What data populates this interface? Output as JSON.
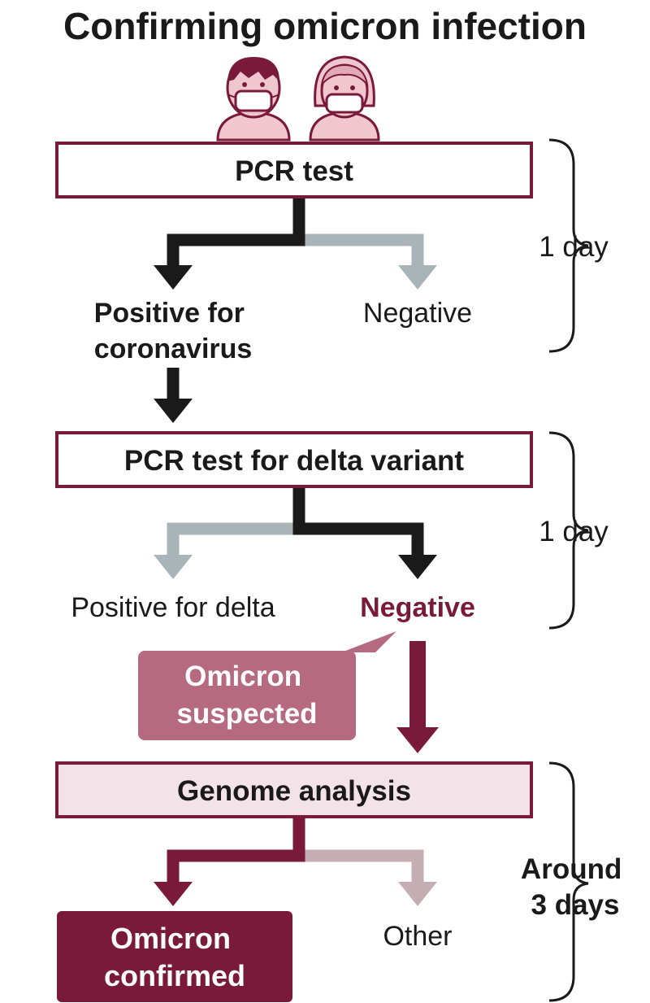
{
  "title": "Confirming omicron infection",
  "colors": {
    "maroon": "#7a1a3a",
    "maroon_light": "#f3e3e8",
    "maroon_mid": "#b56a80",
    "black": "#1a1a1a",
    "grey": "#a9b4b8",
    "grey_mauve": "#c4aeb3",
    "skin": "#f0c7cf"
  },
  "icons": [
    "man-with-mask-icon",
    "woman-with-mask-icon"
  ],
  "stages": [
    {
      "box_label": "PCR test",
      "left_branch": "Positive for coronavirus",
      "left_branch_lines": [
        "Positive for",
        "coronavirus"
      ],
      "right_branch": "Negative",
      "duration": "1 day"
    },
    {
      "box_label": "PCR test for delta variant",
      "left_branch": "Positive for delta",
      "right_branch": "Negative",
      "callout_lines": [
        "Omicron",
        "suspected"
      ],
      "duration": "1 day"
    },
    {
      "box_label": "Genome analysis",
      "left_branch_lines": [
        "Omicron",
        "confirmed"
      ],
      "right_branch": "Other",
      "duration_lines": [
        "Around",
        "3 days"
      ]
    }
  ]
}
